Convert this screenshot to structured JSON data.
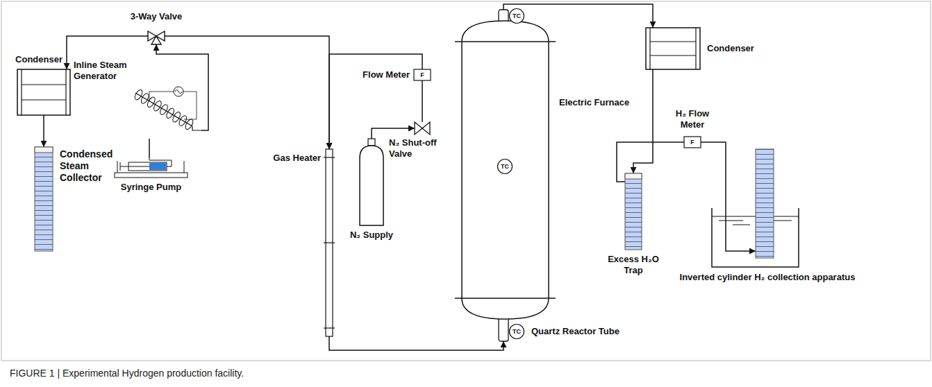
{
  "diagram": {
    "caption": "FIGURE 1 | Experimental Hydrogen production facility.",
    "nodes": [
      {
        "text": [
          "3-Way Valve"
        ]
      },
      {
        "text": [
          "Condenser"
        ]
      },
      {
        "text": [
          "Condensed Steam Collector"
        ]
      },
      {
        "text": [
          "Inline Steam Generator"
        ]
      },
      {
        "text": [
          "Syringe Pump"
        ]
      },
      {
        "text": [
          "Flow Meter",
          "F"
        ]
      },
      {
        "text": [
          "N₂ Shut-off Valve"
        ]
      },
      {
        "text": [
          "N₂ Supply"
        ]
      },
      {
        "text": [
          "Gas Heater"
        ]
      },
      {
        "text": [
          "TC"
        ]
      },
      {
        "text": [
          "Electric Furnace"
        ]
      },
      {
        "text": [
          "TC"
        ],
        "in": 10
      },
      {
        "text": [
          "Quartz Reactor Tube"
        ]
      },
      {
        "text": [
          "TC"
        ]
      },
      {
        "text": [
          "Condenser"
        ]
      },
      {
        "text": [
          "H₂ Flow Meter",
          "F"
        ]
      },
      {
        "text": [
          "Excess H₂O Trap"
        ]
      },
      {
        "text": [
          "Inverted cylinder H₂ collection apparatus"
        ]
      }
    ],
    "edges": [
      {
        "from": 3,
        "to": 0,
        "arrow": "to"
      },
      {
        "from": 0,
        "to": 1,
        "arrow": "to"
      },
      {
        "from": 1,
        "to": 2,
        "arrow": "to"
      },
      {
        "from": 4,
        "to": 3,
        "arrow": "none"
      },
      {
        "from": 0,
        "to": 8,
        "arrow": "to"
      },
      {
        "from": 7,
        "to": 6,
        "arrow": "to"
      },
      {
        "from": 6,
        "to": 5,
        "arrow": "none"
      },
      {
        "from": 5,
        "to": 8,
        "arrow": "to"
      },
      {
        "from": 8,
        "to": 12,
        "arrow": "to"
      },
      {
        "from": 12,
        "to": 14,
        "arrow": "to"
      },
      {
        "from": 14,
        "to": 16,
        "arrow": "to"
      },
      {
        "from": 16,
        "to": 15,
        "arrow": "none"
      },
      {
        "from": 15,
        "to": 17,
        "arrow": "to"
      }
    ]
  }
}
